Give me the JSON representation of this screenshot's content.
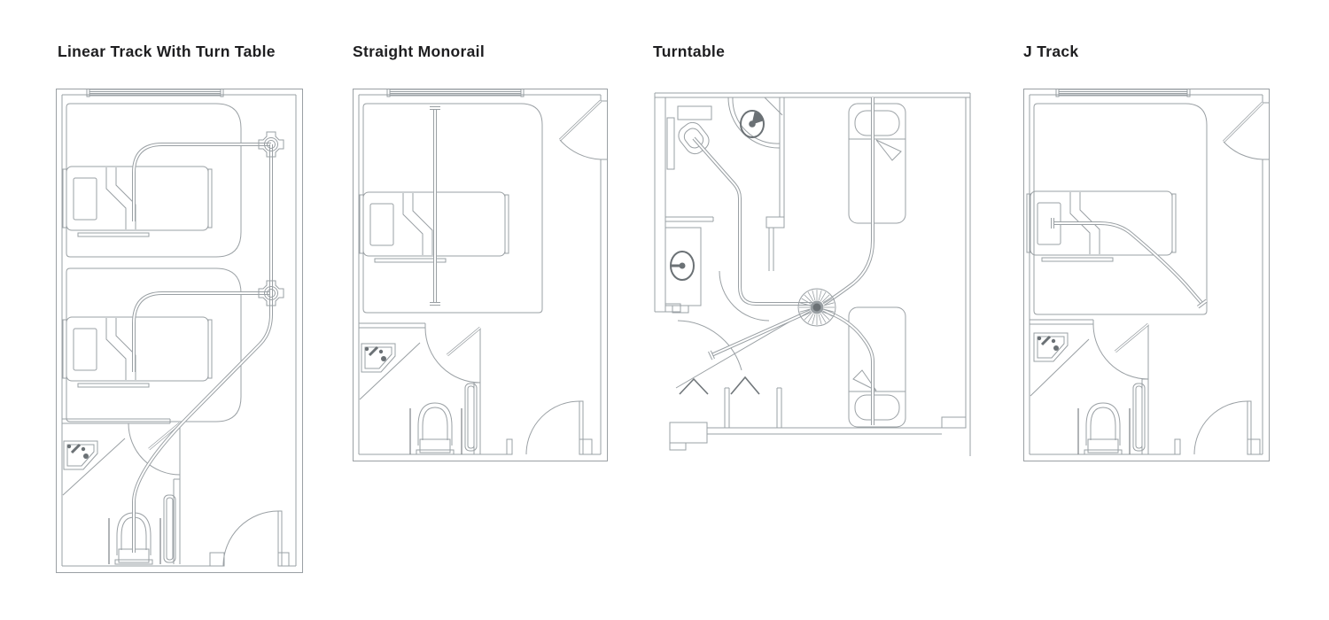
{
  "page": {
    "background": "#ffffff"
  },
  "palette": {
    "line": "#9aa0a4",
    "dark": "#6b7175",
    "track_core": "#ffffff",
    "grab_bar": "#878c90",
    "chevron": "#70767a",
    "title": "#1e1e20"
  },
  "panels": [
    {
      "id": "linear-track-with-turn-table",
      "title": "Linear Track With Turn Table"
    },
    {
      "id": "straight-monorail",
      "title": "Straight Monorail"
    },
    {
      "id": "turntable",
      "title": "Turntable"
    },
    {
      "id": "j-track",
      "title": "J Track"
    }
  ],
  "symbols": {
    "turntable_cross": "turn-table-switch-icon",
    "sunburst": "turntable-icon",
    "shower": "shower-head-icon",
    "corner_sink": "corner-sink-icon",
    "oval_sink": "sink-basin-icon",
    "toilet": "toilet-icon",
    "bed": "patient-bed-icon",
    "door_arc": "door-swing-icon",
    "window": "window-icon",
    "chevron": "closet-hook-icon"
  }
}
